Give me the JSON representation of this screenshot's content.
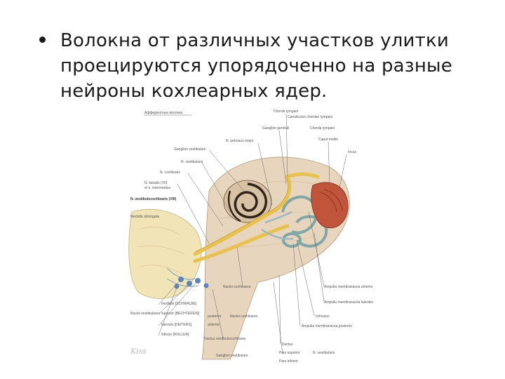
{
  "slide": {
    "bullet_lines": [
      "Волокна от различных участков улитки",
      "проецируются упорядоченно на разные",
      "нейроны кохлеарных ядер."
    ]
  },
  "figure": {
    "labels_left": {
      "afferent": "Афферентные волокна",
      "ganglion_vest": "Ganglion vestibulare",
      "n_vest": "N. vestibularis",
      "n_coch": "N. cochlearis",
      "n_fac": "N. facialis (VII)",
      "n_intermed": "et n. intermedius",
      "n_vc": "N. vestibulocochlearis (VIII)",
      "medulla": "Medulla oblongata",
      "nuclei_vest": "Nuclei vestibulares",
      "medialis": "medialis [SCHWALBE]",
      "superior": "superior [BECHTEREW]",
      "lateralis": "lateralis [DEITERS]",
      "inferior": "inferior [ROLLER]"
    },
    "labels_right": {
      "chorda": "Chorda tympani",
      "canaliculus": "Canaliculus chordae tympani",
      "ganglion_gen": "Ganglion geniculi",
      "petrosus": "N. petrosus major",
      "chorda_t": "Chorda tympani",
      "caput_mallei": "Caput mallei",
      "incus": "Incus",
      "ampulla_ant": "Ampulla membranacea anterior",
      "ampulla_lat": "Ampulla membranacea lateralis",
      "utriculus": "Utriculus",
      "ampulla_post": "Ampulla membranacea posterior",
      "ductus": "Ductus",
      "pars_sup": "Pars superior",
      "pars_inf": "Pars inferior",
      "n_vest_r": "N. vestibularis",
      "ganglion_vest_b": "Ganglion vestibulare"
    },
    "labels_mid": {
      "nuclei_coch": "Nuclei cochleares",
      "anterior": "anterior",
      "posterior": "posterior",
      "nuclei_coch2": "Nuclei cochleares",
      "tract": "Tractus vestibulocochlearis"
    },
    "signature": "Kiss"
  }
}
